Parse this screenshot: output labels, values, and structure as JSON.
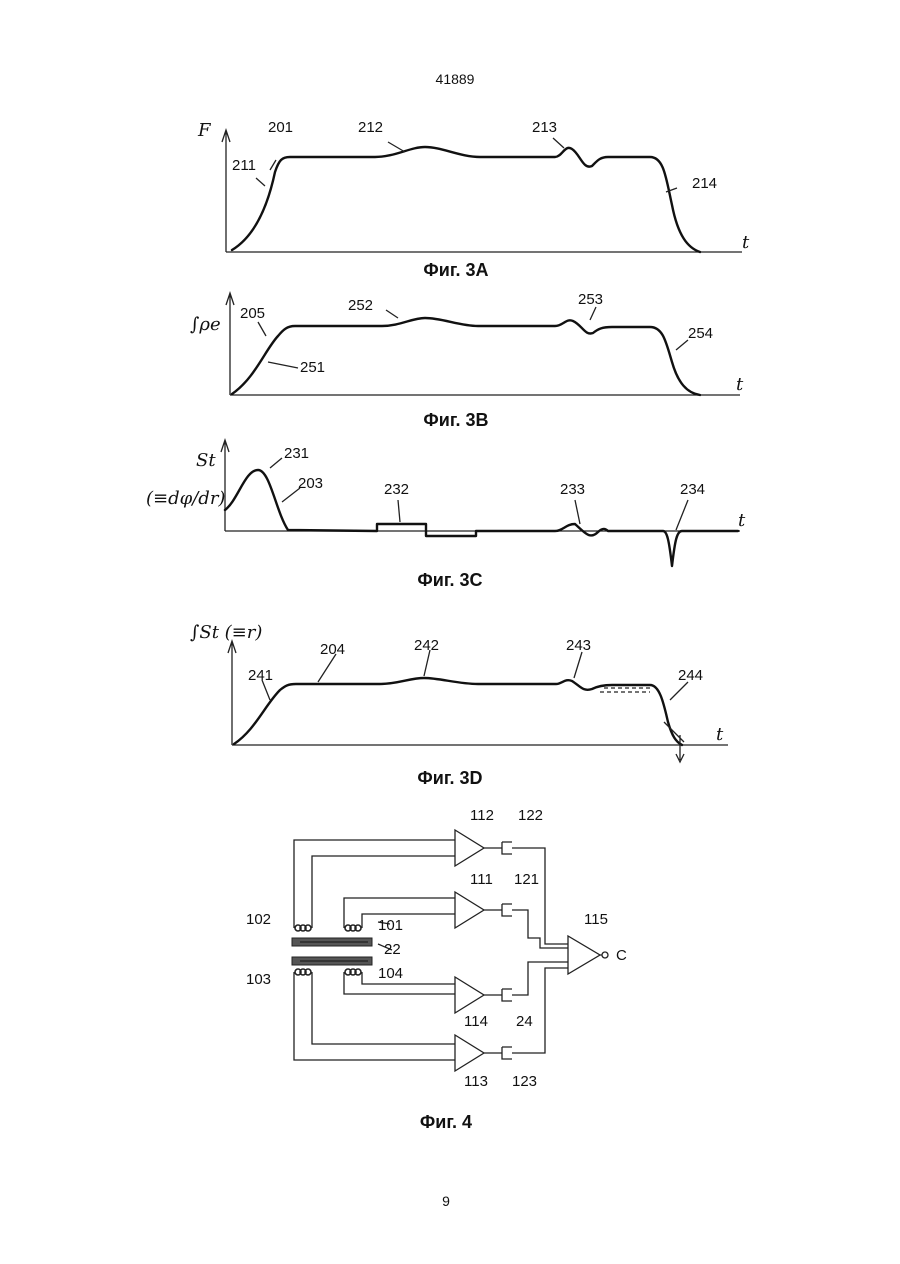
{
  "header": {
    "doc_number": "41889"
  },
  "footer": {
    "page_number": "9"
  },
  "fig3a": {
    "caption": "Фиг. 3A",
    "y_label": "F",
    "x_label": "t",
    "refs": [
      "201",
      "211",
      "212",
      "213",
      "214"
    ]
  },
  "fig3b": {
    "caption": "Фиг. 3B",
    "y_label": "∫ρe",
    "x_label": "t",
    "refs": [
      "205",
      "251",
      "252",
      "253",
      "254"
    ]
  },
  "fig3c": {
    "caption": "Фиг. 3C",
    "y_label": "St",
    "y_label_alt": "(≡dφ/dr)",
    "x_label": "t",
    "refs": [
      "231",
      "203",
      "232",
      "233",
      "234"
    ]
  },
  "fig3d": {
    "caption": "Фиг. 3D",
    "y_label": "∫St (≡r)",
    "x_label": "t",
    "refs": [
      "204",
      "241",
      "242",
      "243",
      "244"
    ]
  },
  "fig4": {
    "caption": "Фиг. 4",
    "refs": [
      "112",
      "122",
      "111",
      "121",
      "115",
      "102",
      "101",
      "22",
      "103",
      "104",
      "114",
      "24",
      "113",
      "123"
    ]
  }
}
